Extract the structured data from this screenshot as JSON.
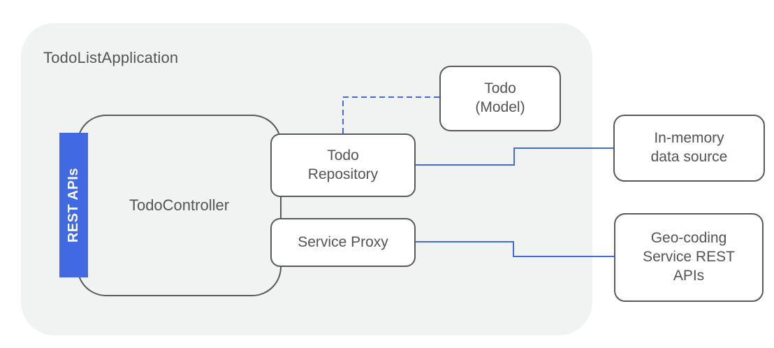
{
  "title": "TodoListApplication",
  "nodes": {
    "controller": {
      "label": "TodoController"
    },
    "rest_apis": {
      "label": "REST APIs"
    },
    "repository": {
      "label": "Todo\nRepository"
    },
    "service_proxy": {
      "label": "Service Proxy"
    },
    "model": {
      "label": "Todo\n(Model)"
    },
    "in_memory": {
      "label": "In-memory\ndata source"
    },
    "geocoding": {
      "label": "Geo-coding\nService REST\nAPIs"
    }
  },
  "connections": [
    {
      "from": "Todo Repository",
      "to": "Todo (Model)",
      "style": "dashed"
    },
    {
      "from": "Todo Repository",
      "to": "In-memory data source",
      "style": "solid"
    },
    {
      "from": "Service Proxy",
      "to": "Geo-coding Service REST APIs",
      "style": "solid"
    }
  ],
  "colors": {
    "accent-blue": "#4169e1",
    "container-bg": "#f1f2f2",
    "border-gray": "#58595b",
    "text-gray": "#545456",
    "node-bg": "#ffffff",
    "canvas-bg": "#ffffff"
  }
}
